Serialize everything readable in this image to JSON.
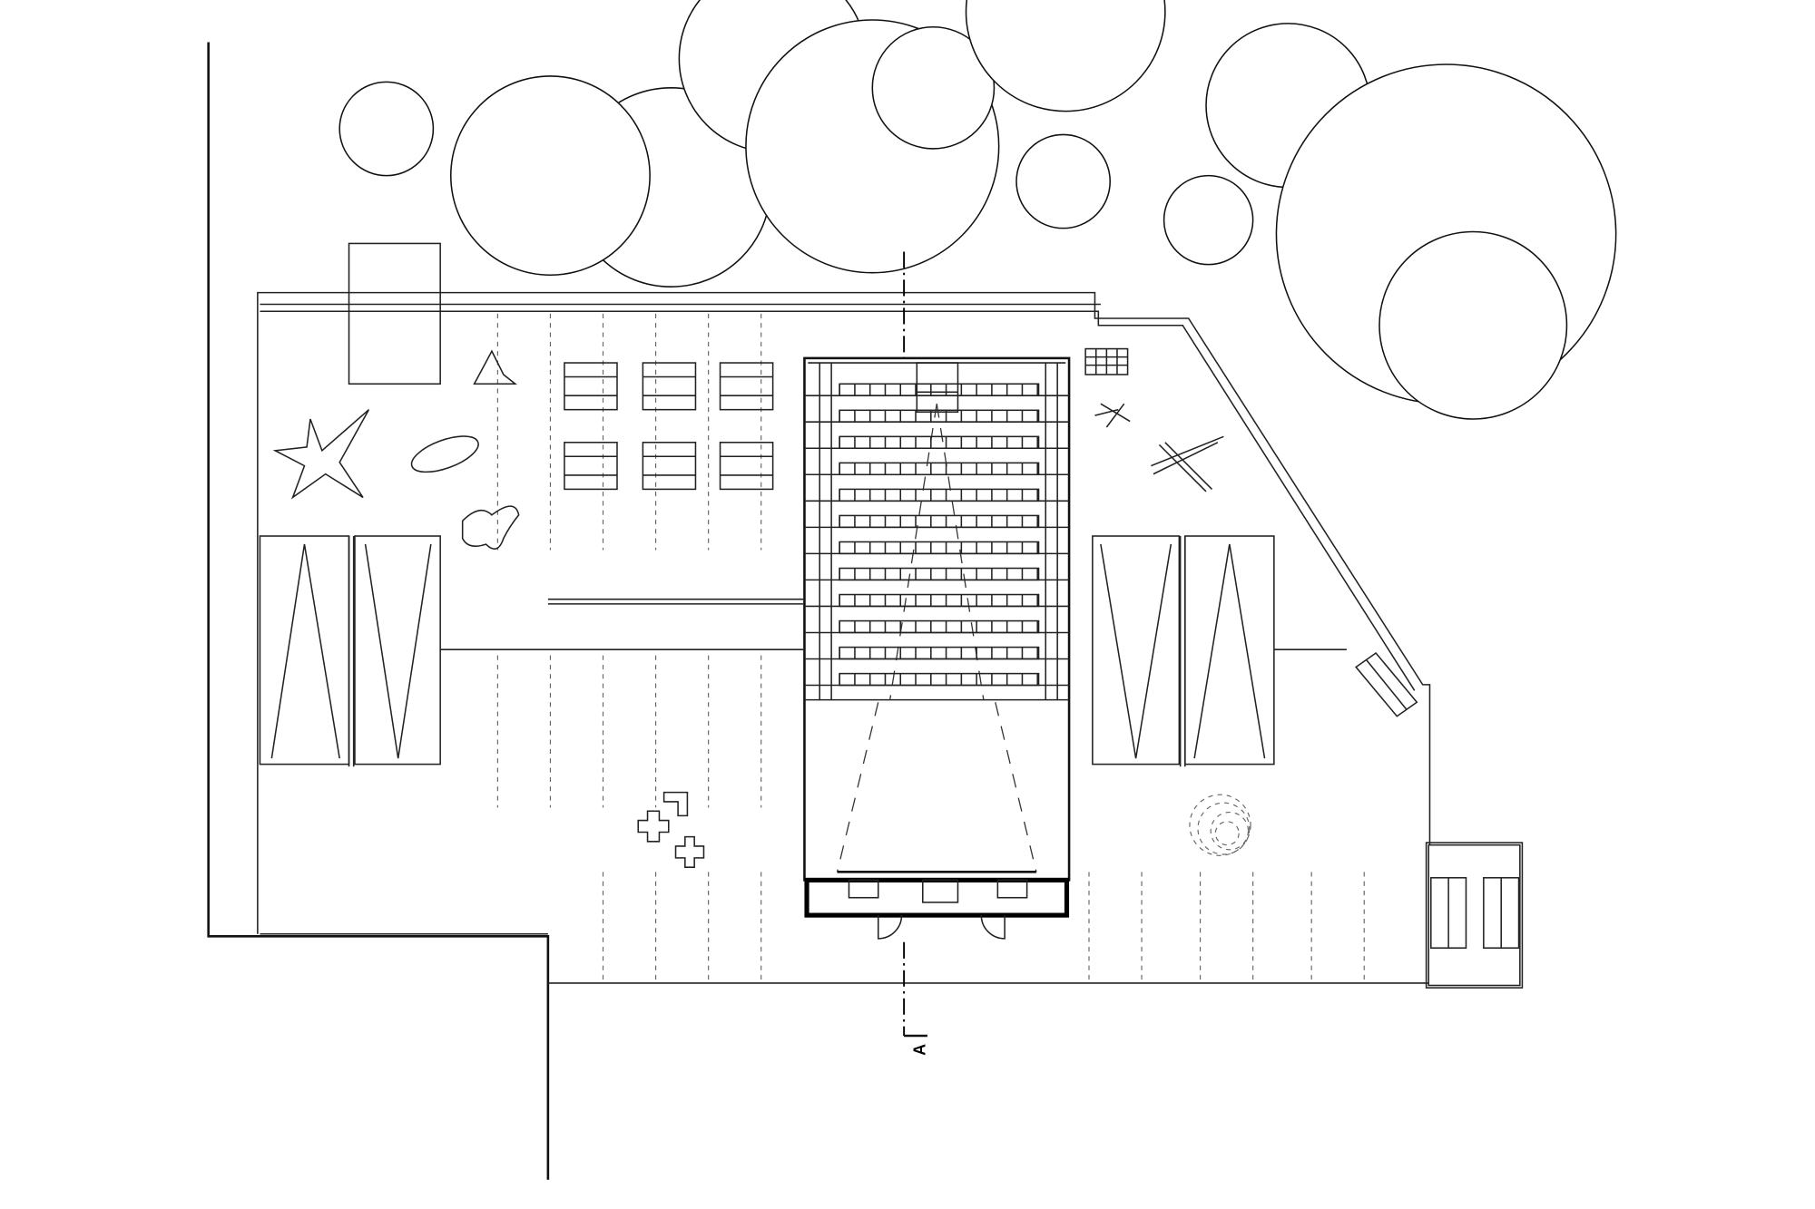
{
  "drawing": {
    "type": "architectural-floor-plan",
    "section_marker": "A",
    "colors": {
      "line": "#222222",
      "background": "#ffffff",
      "dashed": "#666666"
    }
  },
  "elements": {
    "trees": 12,
    "auditorium_rows": 12,
    "picnic_tables": 6,
    "stairs": [
      "diagonal-stair-east",
      "stair-core-southeast"
    ],
    "sculptures": [
      "star",
      "oval",
      "blob",
      "cross-shapes",
      "pixel-pyramid",
      "cross-sticks",
      "swirl-circles",
      "grid-block",
      "pinwheel"
    ]
  }
}
